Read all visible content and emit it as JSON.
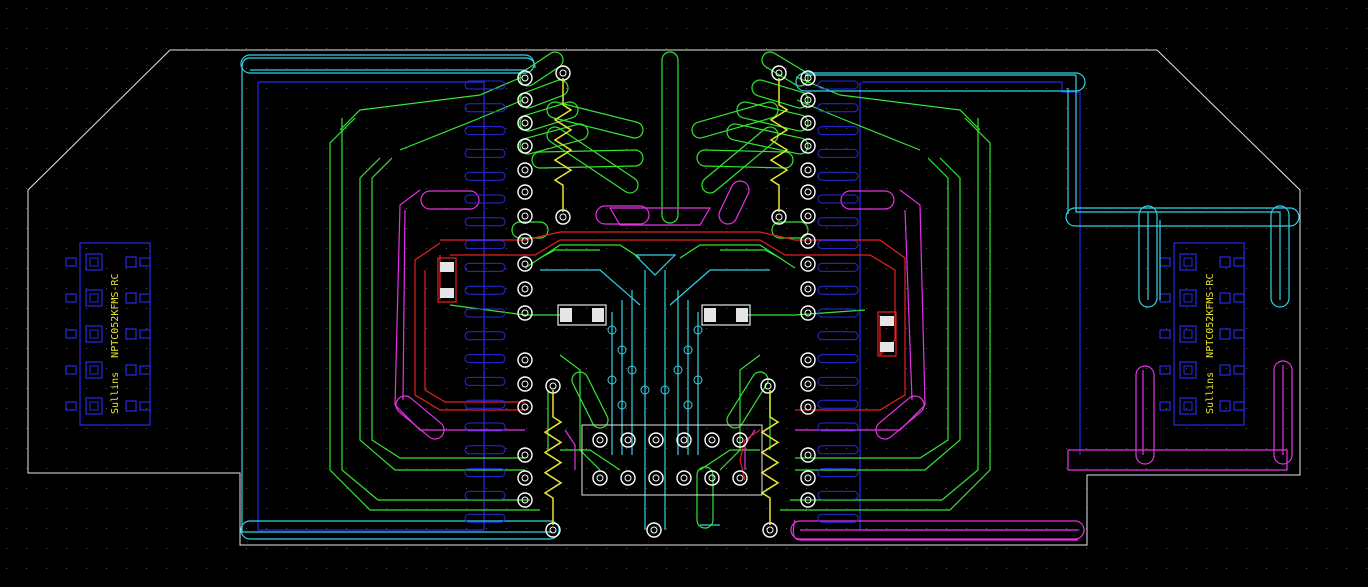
{
  "canvas": {
    "background": "#000000",
    "grid_dot_color": "#5a5a5a",
    "board_outline_color": "#e6e6e6"
  },
  "layers": {
    "top_copper": "#32e632",
    "bottom_copper": "#e632e6",
    "inner_red": "#e62020",
    "inner_cyan": "#32d2e6",
    "silk_yellow": "#e6e632",
    "pad_blue": "#2828e6",
    "via_white": "#ffffff"
  },
  "labels": {
    "left_connector_mfg": "Sullins",
    "left_connector_part": "NPTC052KFMS-RC",
    "right_connector_mfg": "Sullins",
    "right_connector_part": "NPTC052KFMS-RC"
  },
  "icons": {
    "resistor": "zigzag-resistor-icon",
    "via": "via-ring-icon",
    "smd_pad": "smd-pad-icon"
  }
}
